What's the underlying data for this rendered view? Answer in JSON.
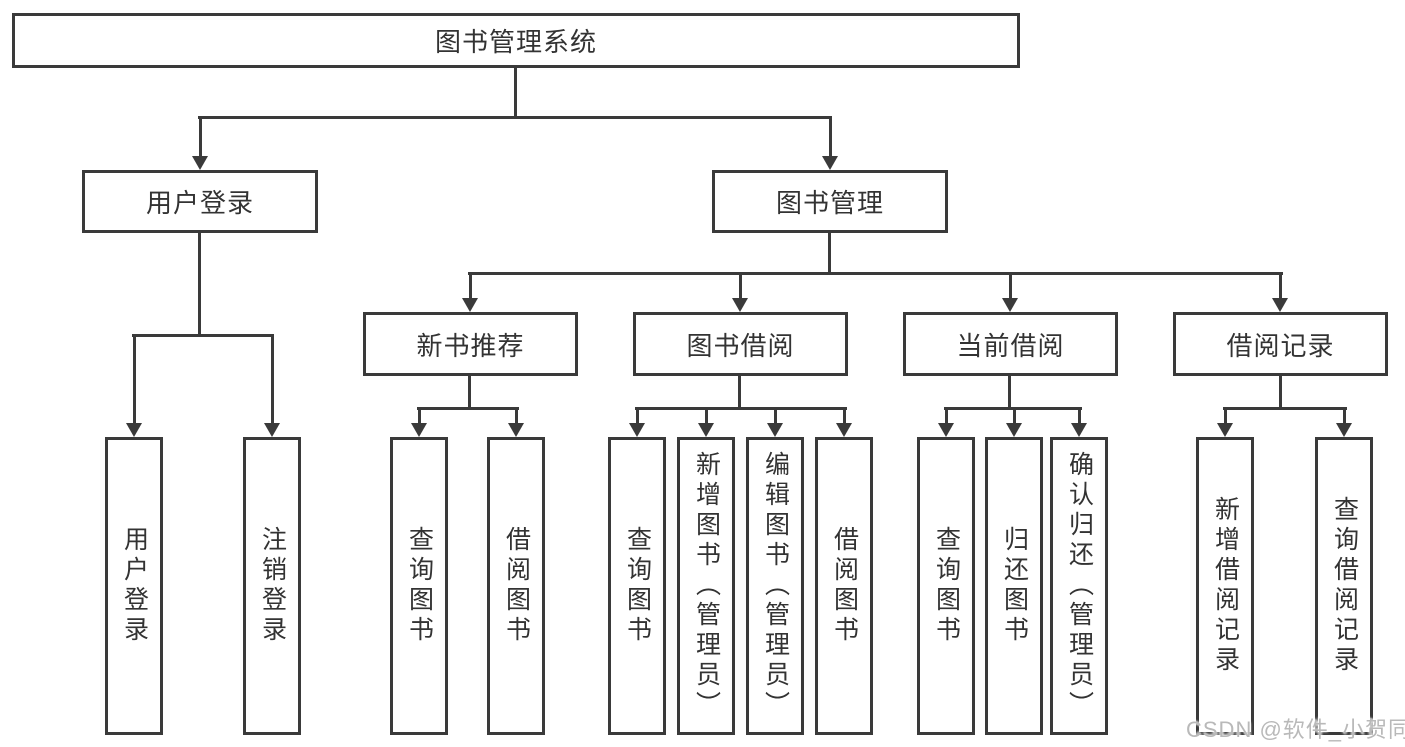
{
  "diagram": {
    "root": {
      "label": "图书管理系统"
    },
    "children": [
      {
        "label": "用户登录",
        "children": [
          {
            "label": "用户登录"
          },
          {
            "label": "注销登录"
          }
        ]
      },
      {
        "label": "图书管理",
        "children": [
          {
            "label": "新书推荐",
            "children": [
              {
                "label": "查询图书"
              },
              {
                "label": "借阅图书"
              }
            ]
          },
          {
            "label": "图书借阅",
            "children": [
              {
                "label": "查询图书"
              },
              {
                "label": "新增图书（管理员）"
              },
              {
                "label": "编辑图书（管理员）"
              },
              {
                "label": "借阅图书"
              }
            ]
          },
          {
            "label": "当前借阅",
            "children": [
              {
                "label": "查询图书"
              },
              {
                "label": "归还图书"
              },
              {
                "label": "确认归还（管理员）"
              }
            ]
          },
          {
            "label": "借阅记录",
            "children": [
              {
                "label": "新增借阅记录"
              },
              {
                "label": "查询借阅记录"
              }
            ]
          }
        ]
      }
    ]
  },
  "watermark": {
    "text": "CSDN @软件_小贺同学"
  },
  "colors": {
    "line": "#3a3a3a",
    "text": "#333333",
    "box_fill": "#ffffff",
    "background": "#ffffff",
    "watermark": "#b9b9b9"
  }
}
